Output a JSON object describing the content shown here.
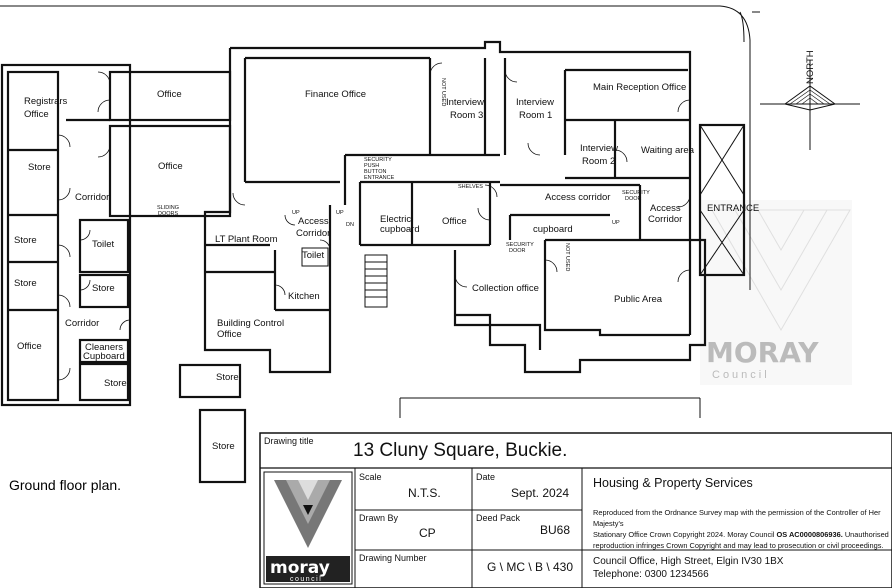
{
  "plan": {
    "caption": "Ground floor plan.",
    "north_label": "NORTH",
    "entrance_label": "ENTRANCE",
    "rooms": {
      "registrars": [
        "Registrars",
        "Office"
      ],
      "office_tl": "Office",
      "finance": "Finance Office",
      "interview3": [
        "Interview",
        "Room 3"
      ],
      "interview1": [
        "Interview",
        "Room 1"
      ],
      "main_reception": "Main Reception Office",
      "interview2": [
        "Interview",
        "Room 2"
      ],
      "waiting": "Waiting area",
      "store_a": "Store",
      "office_mid": "Office",
      "corridor_a": "Corridor",
      "sliding": [
        "SLIDING",
        "DOORS"
      ],
      "store_b": "Store",
      "toilet_a": "Toilet",
      "store_c": "Store",
      "store_d": "Store",
      "corridor_b": "Corridor",
      "office_bl": "Office",
      "cleaners": [
        "Cleaners",
        "Cupboard"
      ],
      "store_e": "Store",
      "lt_plant": "LT Plant Room",
      "access_corr_left": [
        "Access",
        "Corridor"
      ],
      "up1": "UP",
      "up2": "UP",
      "dn": "DN",
      "toilet_b": "Toilet",
      "kitchen": "Kitchen",
      "building_control": [
        "Building Control",
        "Office"
      ],
      "store_f": "Store",
      "store_g": "Store",
      "security_push": [
        "SECURITY",
        "PUSH",
        "BUTTON",
        "ENTRANCE"
      ],
      "electric": [
        "Electric",
        "cupboard"
      ],
      "shelves": "SHELVES",
      "office_centre": "Office",
      "access_corr_main": "Access corridor",
      "security_door_1": [
        "SECURITY",
        "DOOR"
      ],
      "security_door_2": [
        "SECURITY",
        "DOOR"
      ],
      "access_corr_right": [
        "Access",
        "Corridor"
      ],
      "cupboard": "cupboard",
      "up3": "UP",
      "not_used_1": "NOT USED",
      "not_used_2": "NOT USED",
      "collection": "Collection office",
      "public_area": "Public Area"
    }
  },
  "title_block": {
    "drawing_title_label": "Drawing title",
    "drawing_title": "13 Cluny Square, Buckie.",
    "scale_label": "Scale",
    "scale": "N.T.S.",
    "date_label": "Date",
    "date": "Sept. 2024",
    "drawn_by_label": "Drawn By",
    "drawn_by": "CP",
    "deed_pack_label": "Deed Pack",
    "deed_pack": "BU68",
    "drawing_number_label": "Drawing Number",
    "drawing_number": "G \\ MC \\ B \\ 430",
    "department": "Housing & Property Services",
    "copyright_1": "Reproduced from the Ordnance Survey map with the permission of the Controller of Her Majesty's",
    "copyright_2": "Stationary Office Crown Copyright 2024. Moray Council ",
    "copyright_bold": "OS AC0000806936.",
    "copyright_2b": " Unauthorised",
    "copyright_3": "reproduction infringes Crown Copyright and may lead to prosecution or civil proceedings.",
    "address": "Council Office, High Street, Elgin IV30 1BX",
    "telephone": "Telephone: 0300 1234566",
    "logo_word": "moray",
    "logo_sub": "council"
  },
  "watermark": {
    "word": "MORAY",
    "sub": "Council"
  }
}
